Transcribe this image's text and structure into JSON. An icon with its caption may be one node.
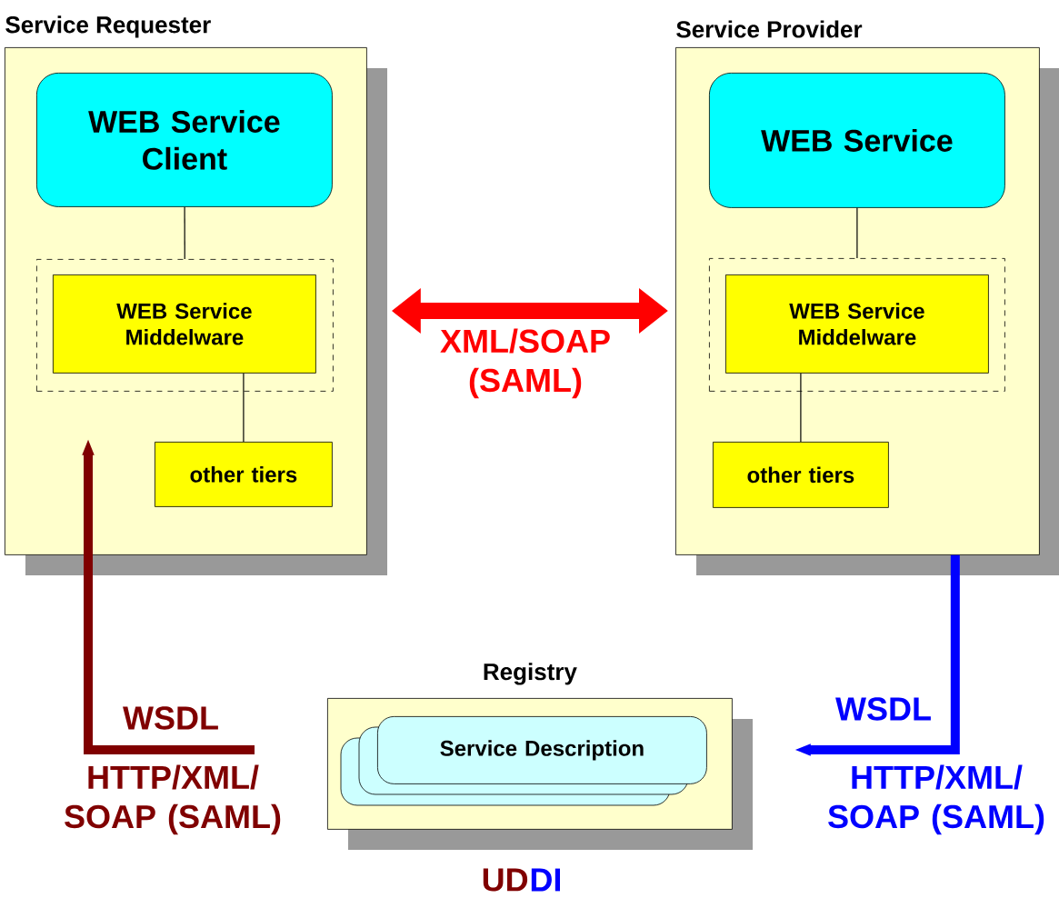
{
  "diagram": {
    "nodes": [
      {
        "text": [
          "Service Requester"
        ]
      },
      {
        "text": [
          "WEB Service Client"
        ],
        "in": 0
      },
      {
        "text": [],
        "shape": "box",
        "in": 0
      },
      {
        "text": [
          "WEB Service Middelware"
        ],
        "in": 2
      },
      {
        "text": [
          "other tiers"
        ],
        "in": 0
      },
      {
        "text": [
          "Service Provider"
        ]
      },
      {
        "text": [
          "WEB Service"
        ],
        "in": 5
      },
      {
        "text": [],
        "shape": "box",
        "in": 5
      },
      {
        "text": [
          "WEB Service Middelware"
        ],
        "in": 7
      },
      {
        "text": [
          "other tiers"
        ],
        "in": 5
      },
      {
        "text": [
          "Registry"
        ]
      },
      {
        "text": [
          "Service Description"
        ],
        "in": 10
      }
    ],
    "edges": [
      {
        "from": 1,
        "to": 2,
        "arrow": "none"
      },
      {
        "from": 3,
        "to": 4,
        "arrow": "none"
      },
      {
        "from": 6,
        "to": 7,
        "arrow": "none"
      },
      {
        "from": 8,
        "to": 9,
        "arrow": "none"
      },
      {
        "from": 0,
        "to": 5,
        "arrow": "both",
        "label": "XML/SOAP (SAML)",
        "style": "thick",
        "color": "#ff0000"
      },
      {
        "from": 10,
        "to": 0,
        "arrow": "to",
        "label": "WSDL",
        "style": "thick",
        "color": "#800000"
      },
      {
        "from": 5,
        "to": 10,
        "arrow": "to",
        "label": "WSDL",
        "style": "thick",
        "color": "#0000ff"
      }
    ],
    "labels": [
      "HTTP/XML/ SOAP (SAML)",
      "HTTP/XML/ SOAP (SAML)",
      "UD",
      "DI"
    ]
  }
}
